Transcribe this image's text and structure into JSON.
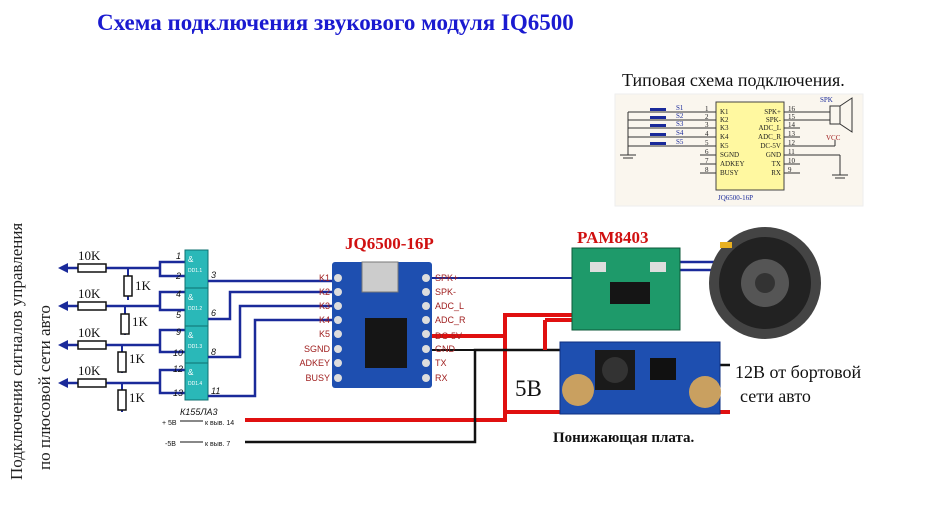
{
  "title": "Схема подключения звукового модуля IQ6500",
  "side_label": {
    "line1": "Подключения сигналов управления",
    "line2": "по плюсовой сети авто"
  },
  "resistors": {
    "series": [
      "10K",
      "10K",
      "10K",
      "10K"
    ],
    "pulldown": [
      "1K",
      "1K",
      "1K",
      "1K"
    ]
  },
  "logic_chip": {
    "name": "К155ЛА3",
    "gate_symbol": "&",
    "gates": [
      {
        "label": "DD1.1",
        "in": [
          "1",
          "2"
        ],
        "out": "3"
      },
      {
        "label": "DD1.2",
        "in": [
          "4",
          "5"
        ],
        "out": "6"
      },
      {
        "label": "DD1.3",
        "in": [
          "9",
          "10"
        ],
        "out": "8"
      },
      {
        "label": "DD1.4",
        "in": [
          "12",
          "13"
        ],
        "out": "11"
      }
    ],
    "power_plus": "+ 5В",
    "power_plus_pin": "к выв. 14",
    "power_minus": "-5В",
    "power_minus_pin": "к выв. 7"
  },
  "module": {
    "name": "JQ6500-16P",
    "left_pins": [
      "K1",
      "K2",
      "K3",
      "K4",
      "K5",
      "SGND",
      "ADKEY",
      "BUSY"
    ],
    "right_pins": [
      "SPK+",
      "SPK-",
      "ADC_L",
      "ADC_R",
      "DC-5V",
      "GND",
      "TX",
      "RX"
    ]
  },
  "amplifier": {
    "name": "PAM8403"
  },
  "buck": {
    "caption": "Понижающая плата.",
    "out_label": "5В",
    "in_label_line1": "12В от бортовой",
    "in_label_line2": "сети авто"
  },
  "typical": {
    "title": "Типовая схема подключения.",
    "chip": "JQ6500-16P",
    "switches": [
      "S1",
      "S2",
      "S3",
      "S4",
      "S5"
    ],
    "left_pins": [
      {
        "n": "1",
        "l": "K1"
      },
      {
        "n": "2",
        "l": "K2"
      },
      {
        "n": "3",
        "l": "K3"
      },
      {
        "n": "4",
        "l": "K4"
      },
      {
        "n": "5",
        "l": "K5"
      },
      {
        "n": "6",
        "l": "SGND"
      },
      {
        "n": "7",
        "l": "ADKEY"
      },
      {
        "n": "8",
        "l": "BUSY"
      }
    ],
    "right_pins": [
      {
        "n": "16",
        "l": "SPK+"
      },
      {
        "n": "15",
        "l": "SPK-"
      },
      {
        "n": "14",
        "l": "ADC_L"
      },
      {
        "n": "13",
        "l": "ADC_R"
      },
      {
        "n": "12",
        "l": "DC-5V"
      },
      {
        "n": "11",
        "l": "GND"
      },
      {
        "n": "10",
        "l": "TX"
      },
      {
        "n": "9",
        "l": "RX"
      }
    ],
    "spk": "SPK",
    "vcc": "VCC"
  },
  "colors": {
    "title": "#1a1ad0",
    "wire_blue": "#1a2a9a",
    "wire_red": "#e01010",
    "label_red": "#d01010",
    "chip_teal": "#2ab8b8",
    "board_blue": "#1e4fb0",
    "board_green": "#1e9a6a"
  }
}
